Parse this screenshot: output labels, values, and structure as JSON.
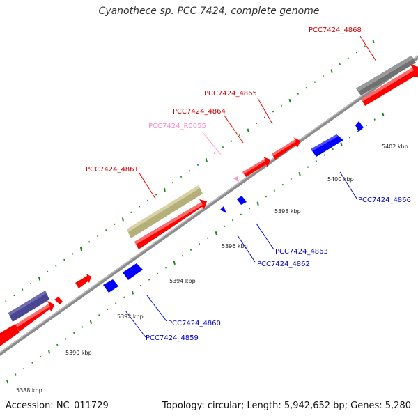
{
  "title": "Cyanothece sp. PCC 7424, complete genome",
  "accession": "Accession: NC_011729",
  "summary": "Topology: circular; Length: 5,942,652 bp; Genes: 5,280",
  "colors": {
    "backbone": "#8c8c8c",
    "forward_gene": "#ff0000",
    "reverse_gene": "#0000ff",
    "rna": "#ff99cc",
    "olive_feature": "#b5b07a",
    "gray_feature": "#707070",
    "purple_feature": "#4a4690",
    "tick": "#1a8a1a",
    "label_forward": "#cc0000",
    "label_reverse": "#0000cc",
    "label_rna": "#ff88cc"
  },
  "kbp_labels": [
    "5388 kbp",
    "5390 kbp",
    "5392 kbp",
    "5394 kbp",
    "5396 kbp",
    "5398 kbp",
    "5400 kbp",
    "5402 kbp"
  ],
  "gene_labels": {
    "g4868": "PCC7424_4868",
    "g4865": "PCC7424_4865",
    "g4864": "PCC7424_4864",
    "r0055": "PCC7424_R0055",
    "g4861": "PCC7424_4861",
    "g4866": "PCC7424_4866",
    "g4863": "PCC7424_4863",
    "g4862": "PCC7424_4862",
    "g4860": "PCC7424_4860",
    "g4859": "PCC7424_4859"
  }
}
